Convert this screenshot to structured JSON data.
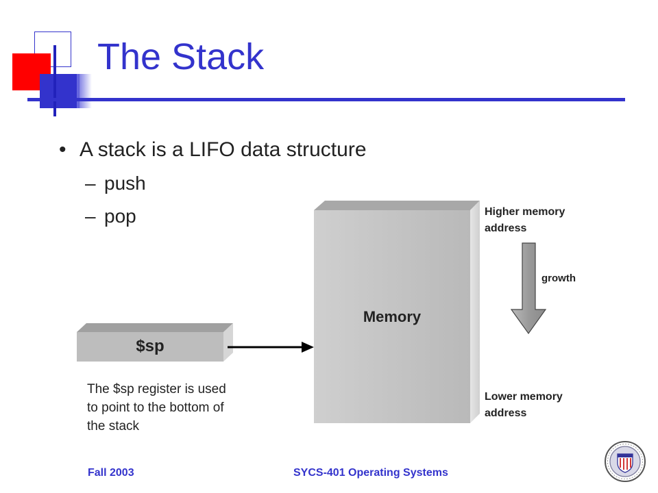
{
  "slide": {
    "title": "The Stack",
    "bullet": "A stack is a LIFO data structure",
    "sub_items": [
      "push",
      "pop"
    ],
    "bullet_symbol": "•",
    "dash_symbol": "–"
  },
  "diagram": {
    "memory_label": "Memory",
    "higher_label_line1": "Higher memory",
    "higher_label_line2": "address",
    "lower_label_line1": "Lower memory",
    "lower_label_line2": "address",
    "growth_label": "growth",
    "sp_label": "$sp",
    "sp_caption_line1": "The $sp register is used",
    "sp_caption_line2": "to point to the bottom of",
    "sp_caption_line3": "the stack"
  },
  "footer": {
    "left": "Fall 2003",
    "center": "SYCS-401 Operating Systems"
  },
  "colors": {
    "accent_blue": "#3333cc",
    "accent_red": "#ff0000",
    "box_gray": "#c0c0c0"
  },
  "icons": {
    "seal": "university-seal-icon"
  }
}
